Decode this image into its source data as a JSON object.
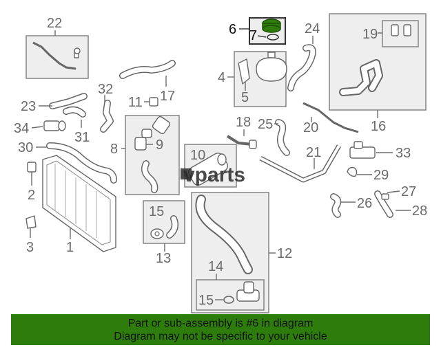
{
  "callouts": {
    "c1": "1",
    "c2": "2",
    "c3": "3",
    "c4": "4",
    "c5": "5",
    "c6": "6",
    "c7": "7",
    "c8": "8",
    "c9": "9",
    "c10": "10",
    "c11": "11",
    "c12": "12",
    "c13": "13",
    "c14": "14",
    "c15a": "15",
    "c15b": "15",
    "c16": "16",
    "c17": "17",
    "c18": "18",
    "c19": "19",
    "c20": "20",
    "c21": "21",
    "c22": "22",
    "c23": "23",
    "c24": "24",
    "c25": "25",
    "c26": "26",
    "c27": "27",
    "c28": "28",
    "c29": "29",
    "c30": "30",
    "c31": "31",
    "c32": "32",
    "c33": "33",
    "c34": "34"
  },
  "watermark": "vparts",
  "highlight_color": "#2e7d0c",
  "banner": {
    "line1": "Part or sub-assembly is #6 in diagram",
    "line2": "Diagram may not be specific to your vehicle"
  }
}
